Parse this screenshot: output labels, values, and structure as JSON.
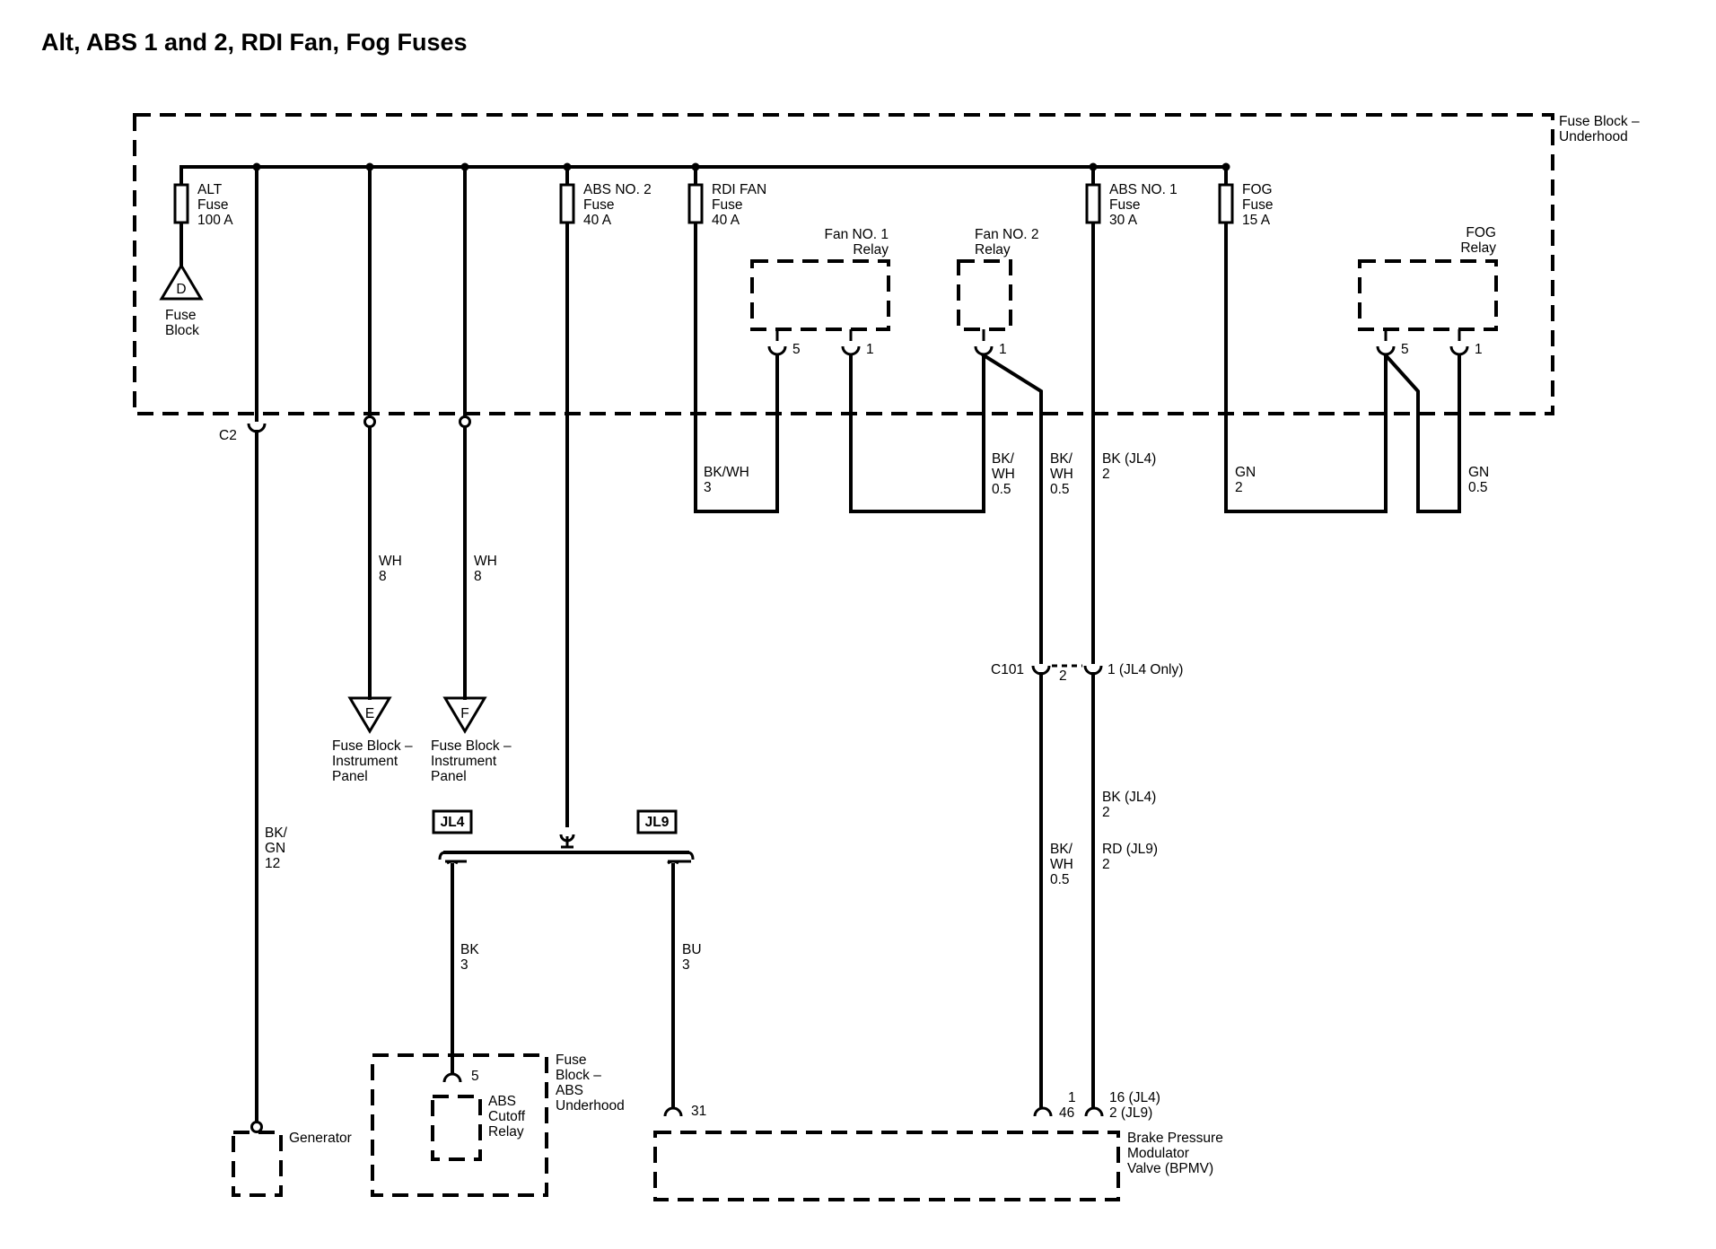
{
  "title": "Alt, ABS 1 and 2, RDI Fan, Fog Fuses",
  "components": {
    "fuse_block_underhood": [
      "Fuse Block –",
      "Underhood"
    ],
    "fan1_relay": [
      "Fan NO. 1",
      "Relay"
    ],
    "fan2_relay": [
      "Fan NO. 2",
      "Relay"
    ],
    "fog_relay": [
      "FOG",
      "Relay"
    ],
    "fuse_block_abs": [
      "Fuse",
      "Block –",
      "ABS",
      "Underhood"
    ],
    "abs_cutoff_relay": [
      "ABS",
      "Cutoff",
      "Relay"
    ],
    "bpmv": [
      "Brake Pressure",
      "Modulator",
      "Valve (BPMV)"
    ],
    "generator": "Generator"
  },
  "fuses": [
    {
      "name": "ALT",
      "type": "Fuse",
      "rating": "100 A"
    },
    {
      "name": "ABS NO. 2",
      "type": "Fuse",
      "rating": "40 A"
    },
    {
      "name": "RDI FAN",
      "type": "Fuse",
      "rating": "40 A"
    },
    {
      "name": "ABS NO. 1",
      "type": "Fuse",
      "rating": "30 A"
    },
    {
      "name": "FOG",
      "type": "Fuse",
      "rating": "15 A"
    }
  ],
  "refs": [
    {
      "letter": "D",
      "text": [
        "Fuse",
        "Block"
      ]
    },
    {
      "letter": "E",
      "text": [
        "Fuse Block –",
        "Instrument",
        "Panel"
      ]
    },
    {
      "letter": "F",
      "text": [
        "Fuse Block –",
        "Instrument",
        "Panel"
      ]
    }
  ],
  "connectors": {
    "c2": "C2",
    "c101": "C101",
    "c101_pin2": "2",
    "c101_pin1": "1 (JL4 Only)"
  },
  "pins": {
    "fan1_5": "5",
    "fan1_1": "1",
    "fan2_1": "1",
    "fog_5": "5",
    "fog_1": "1",
    "abs_relay_5": "5",
    "bpmv_31": "31",
    "bpmv_1": "1",
    "bpmv_46": "46",
    "bpmv_16": "16 (JL4)",
    "bpmv_2": "2 (JL9)"
  },
  "options": {
    "jl4": "JL4",
    "jl9": "JL9"
  },
  "wires": {
    "bkwh3": [
      "BK/WH",
      "3"
    ],
    "fan2_bkwh": [
      "BK/",
      "WH",
      "0.5"
    ],
    "c101_bkwh": [
      "BK/",
      "WH",
      "0.5"
    ],
    "abs1_bk": [
      "BK (JL4)",
      "2"
    ],
    "fog_gn2": [
      "GN",
      "2"
    ],
    "fog_gn05": [
      "GN",
      "0.5"
    ],
    "wh8_e": [
      "WH",
      "8"
    ],
    "wh8_f": [
      "WH",
      "8"
    ],
    "bkgn12": [
      "BK/",
      "GN",
      "12"
    ],
    "bk3": [
      "BK",
      "3"
    ],
    "bu3": [
      "BU",
      "3"
    ],
    "lower_bkwh": [
      "BK/",
      "WH",
      "0.5"
    ],
    "lower_bk_jl4": [
      "BK (JL4)",
      "2"
    ],
    "lower_rd_jl9": [
      "RD (JL9)",
      "2"
    ]
  }
}
